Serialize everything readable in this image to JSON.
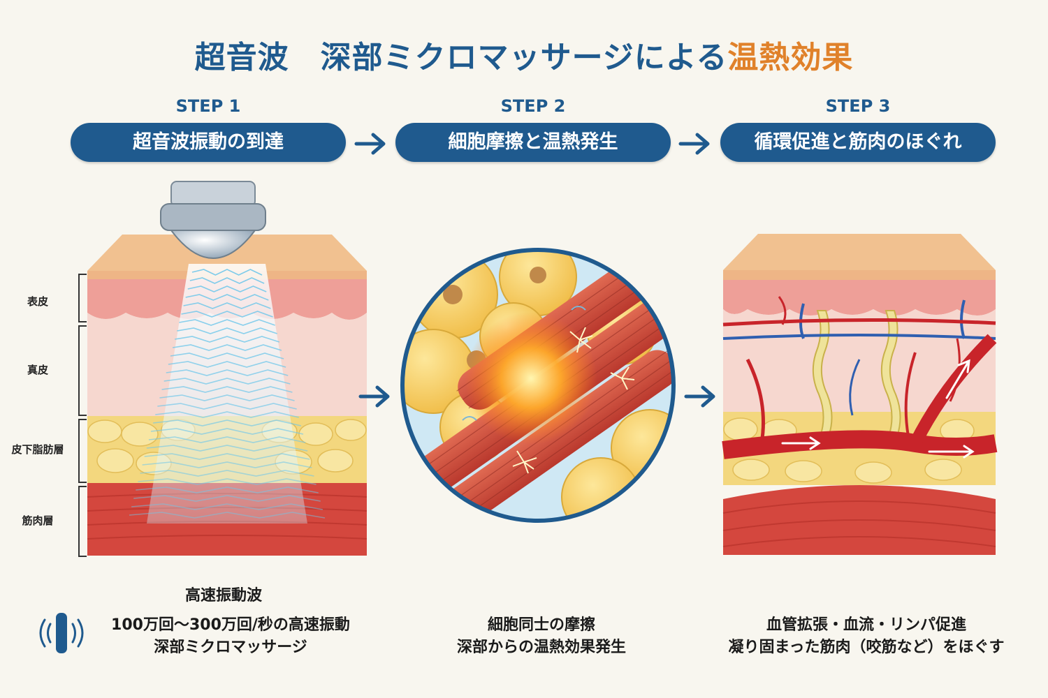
{
  "title": {
    "main": "超音波　深部ミクロマッサージによる",
    "accent": "温熱効果"
  },
  "steps": [
    {
      "label": "STEP 1",
      "title": "超音波振動の到達"
    },
    {
      "label": "STEP 2",
      "title": "細胞摩擦と温熱発生"
    },
    {
      "label": "STEP 3",
      "title": "循環促進と筋肉のほぐれ"
    }
  ],
  "layers": [
    "表皮",
    "真皮",
    "皮下脂肪層",
    "筋肉層"
  ],
  "captions": {
    "step1": {
      "heading": "高速振動波",
      "lines": [
        "100万回〜300万回/秒の高速振動",
        "深部ミクロマッサージ"
      ]
    },
    "step2": {
      "lines": [
        "細胞同士の摩擦",
        "深部からの温熱効果発生"
      ]
    },
    "step3": {
      "lines": [
        "血管拡張・血流・リンパ促進",
        "凝り固まった筋肉（咬筋など）をほぐす"
      ]
    }
  },
  "colors": {
    "primary": "#1f5a8e",
    "accent": "#e0812a",
    "skin": "#f3c89c",
    "dermis": "#f6d7cf",
    "fat": "#f3d77e",
    "muscle": "#d4473e",
    "vessel": "#c8242a",
    "vein": "#2f5fb0"
  },
  "icons": [
    "ultrasound-probe-icon",
    "vibration-wave-icon",
    "arrow-right-icon",
    "heat-spark-icon"
  ]
}
